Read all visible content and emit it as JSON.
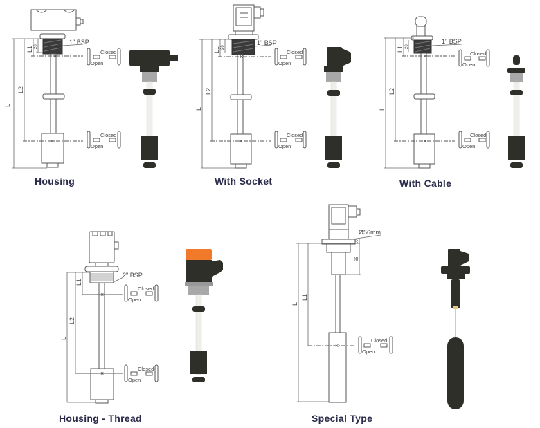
{
  "title": "Float level switch variants",
  "variants": [
    {
      "name": "Housing",
      "thread_label": "1\" BSP",
      "dims": {
        "total": "L",
        "upper": "L1",
        "lower": "L2",
        "thread_height": "20"
      },
      "switch_states": [
        {
          "closed": "Closed",
          "open": "Open"
        },
        {
          "closed": "Closed",
          "open": "Open"
        }
      ]
    },
    {
      "name": "With Socket",
      "thread_label": "1\" BSP",
      "dims": {
        "total": "L",
        "upper": "L1",
        "lower": "L2",
        "thread_height": "20"
      },
      "switch_states": [
        {
          "closed": "Closed",
          "open": "Open"
        },
        {
          "closed": "Closed",
          "open": "Open"
        }
      ]
    },
    {
      "name": "With Cable",
      "thread_label": "1\" BSP",
      "dims": {
        "total": "L",
        "upper": "L1",
        "lower": "L2",
        "thread_height": "20"
      },
      "switch_states": [
        {
          "closed": "Closed",
          "open": "Open"
        },
        {
          "closed": "Closed",
          "open": "Open"
        }
      ]
    },
    {
      "name": "Housing - Thread",
      "thread_label": "2\" BSP",
      "dims": {
        "total": "L",
        "upper": "L1",
        "lower": "L2"
      },
      "switch_states": [
        {
          "closed": "Closed",
          "open": "Open"
        },
        {
          "closed": "Closed",
          "open": "Open"
        }
      ]
    },
    {
      "name": "Special Type",
      "flange_label": "Ø56mm",
      "dims": {
        "total": "L",
        "upper": "L1",
        "body_height": "65",
        "flange_thickness": "10"
      },
      "switch_states": [
        {
          "closed": "Closed",
          "open": "Open"
        }
      ]
    }
  ],
  "colors": {
    "caption": "#2a2a4a",
    "line": "#555555",
    "product_dark": "#2f2f2a",
    "product_orange": "#f07a2a",
    "thread_gray": "#a8a8a8"
  }
}
